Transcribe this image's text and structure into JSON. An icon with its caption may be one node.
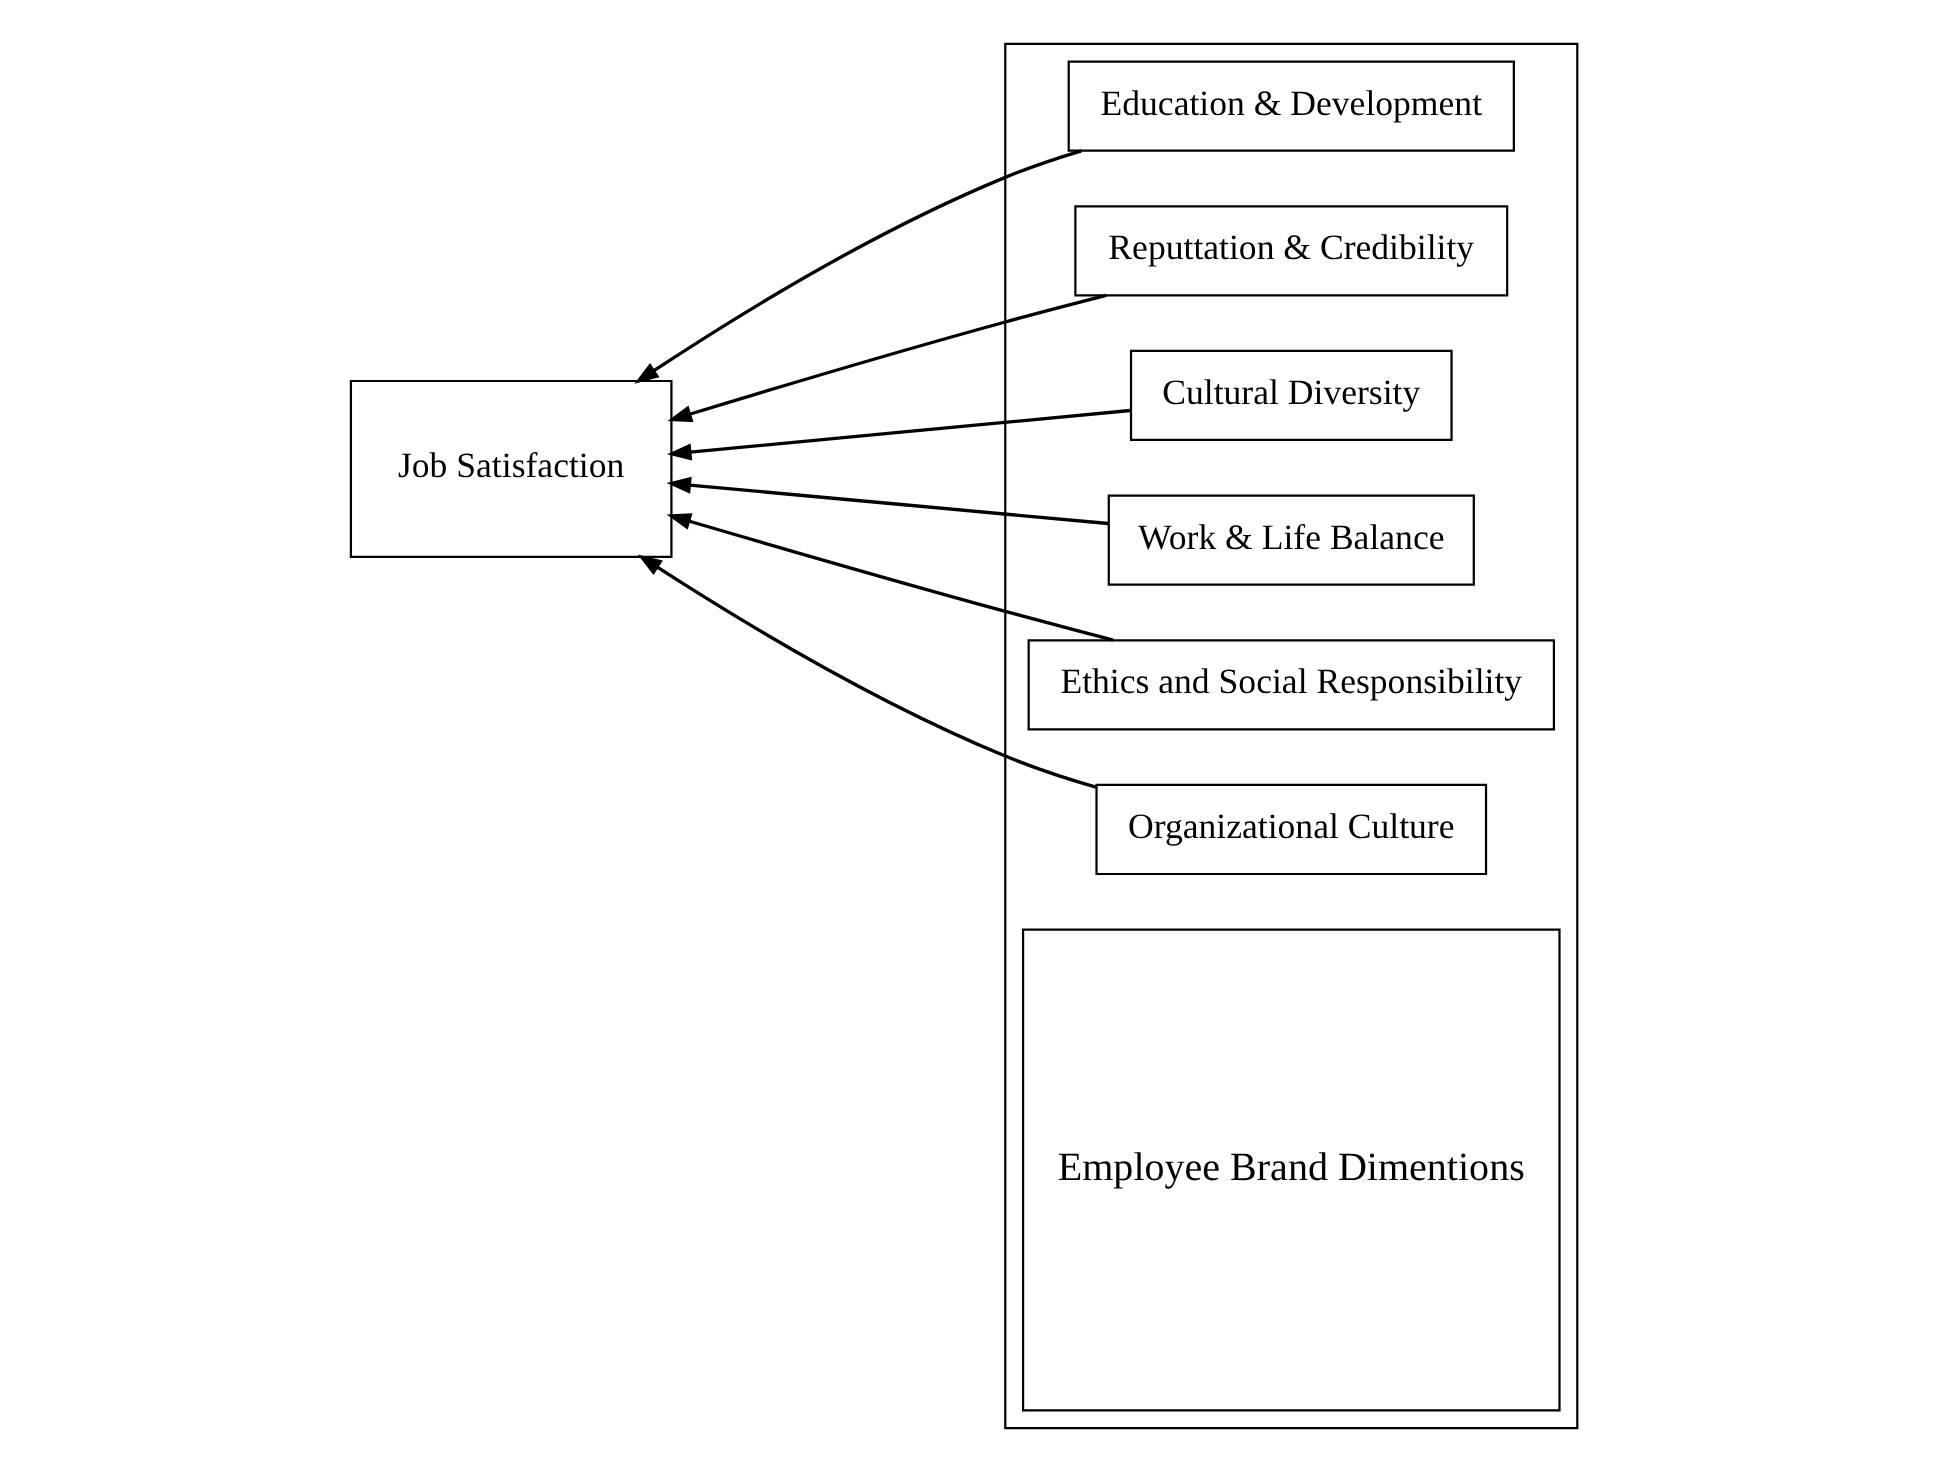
{
  "diagram": {
    "nodes": [
      {
        "text": [
          "Job Satisfaction"
        ]
      },
      {
        "text": [],
        "shape": "box"
      },
      {
        "text": [
          "Education & Development"
        ],
        "in": 1
      },
      {
        "text": [
          "Reputtation & Credibility"
        ],
        "in": 1
      },
      {
        "text": [
          "Cultural Diversity"
        ],
        "in": 1
      },
      {
        "text": [
          "Work & Life Balance"
        ],
        "in": 1
      },
      {
        "text": [
          "Ethics and Social Responsibility"
        ],
        "in": 1
      },
      {
        "text": [
          "Organizational Culture"
        ],
        "in": 1
      },
      {
        "text": [
          "Employee Brand Dimentions"
        ],
        "in": 1
      }
    ],
    "edges": [
      {
        "from": 2,
        "to": 0,
        "arrow": "to"
      },
      {
        "from": 3,
        "to": 0,
        "arrow": "to"
      },
      {
        "from": 4,
        "to": 0,
        "arrow": "to"
      },
      {
        "from": 5,
        "to": 0,
        "arrow": "to"
      },
      {
        "from": 6,
        "to": 0,
        "arrow": "to"
      },
      {
        "from": 7,
        "to": 0,
        "arrow": "to"
      }
    ]
  }
}
